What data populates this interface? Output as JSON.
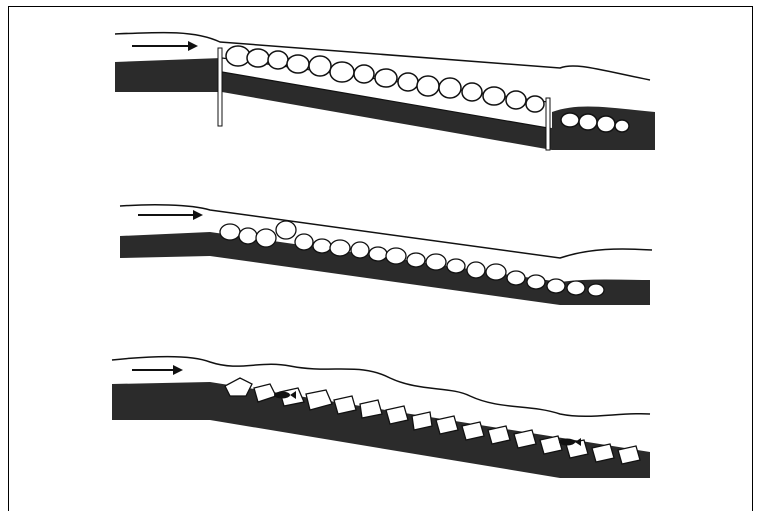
{
  "figure": {
    "panels": [
      {
        "id": "panel-1",
        "flow_arrow": "right",
        "features": [
          "boulder-fill",
          "vertical-posts"
        ]
      },
      {
        "id": "panel-2",
        "flow_arrow": "right",
        "features": [
          "loose-rock-bed"
        ]
      },
      {
        "id": "panel-3",
        "flow_arrow": "right",
        "features": [
          "irregular-rock-bed",
          "fish",
          "fish"
        ]
      }
    ],
    "colors": {
      "bed": "#2b2b2b",
      "rock_fill": "#ffffff",
      "ink": "#111111"
    }
  }
}
